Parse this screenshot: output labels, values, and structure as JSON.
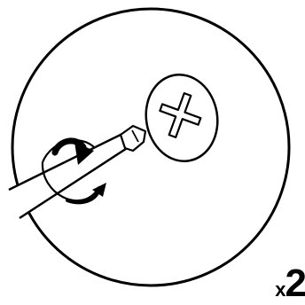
{
  "quantity": {
    "prefix": "x",
    "count": "2"
  },
  "illustration": {
    "subject": "phillips-screwdriver-turning-screw",
    "rotation_direction": "clockwise",
    "line_color": "#000000",
    "background_color": "#ffffff"
  }
}
